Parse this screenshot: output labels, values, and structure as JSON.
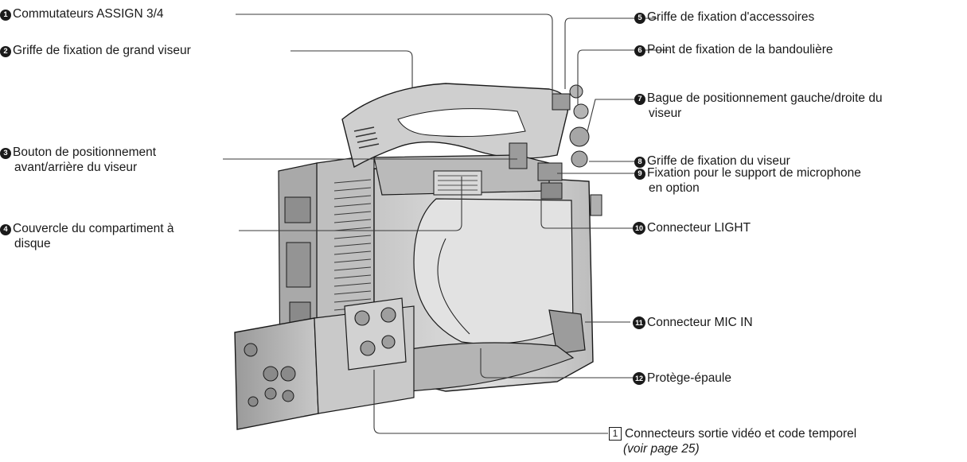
{
  "labels": {
    "l1": {
      "num": "1",
      "text": "Commutateurs ASSIGN 3/4"
    },
    "l2": {
      "num": "2",
      "text": "Griffe de fixation de grand viseur"
    },
    "l3": {
      "num": "3",
      "line1": "Bouton de positionnement",
      "line2": "avant/arrière du viseur"
    },
    "l4": {
      "num": "4",
      "line1": "Couvercle du compartiment à",
      "line2": "disque"
    },
    "l5": {
      "num": "5",
      "text": "Griffe de fixation d'accessoires"
    },
    "l6": {
      "num": "6",
      "text": "Point de fixation de la bandoulière"
    },
    "l7": {
      "num": "7",
      "line1": "Bague de positionnement gauche/droite du",
      "line2": "viseur"
    },
    "l8": {
      "num": "8",
      "text": "Griffe de fixation du viseur"
    },
    "l9": {
      "num": "9",
      "line1": "Fixation pour le support de microphone",
      "line2": "en option"
    },
    "l10": {
      "num": "10",
      "text": "Connecteur LIGHT"
    },
    "l11": {
      "num": "11",
      "text": "Connecteur MIC IN"
    },
    "l12": {
      "num": "12",
      "text": "Protège-épaule"
    },
    "box1": {
      "num": "1",
      "line1": "Connecteurs sortie vidéo et code temporel",
      "line2": "(voir page 25)"
    }
  },
  "colors": {
    "ink": "#1a1a1a",
    "body_fill": "#d4d4d4",
    "body_dark": "#a8a8a8",
    "light": "#ececec"
  }
}
